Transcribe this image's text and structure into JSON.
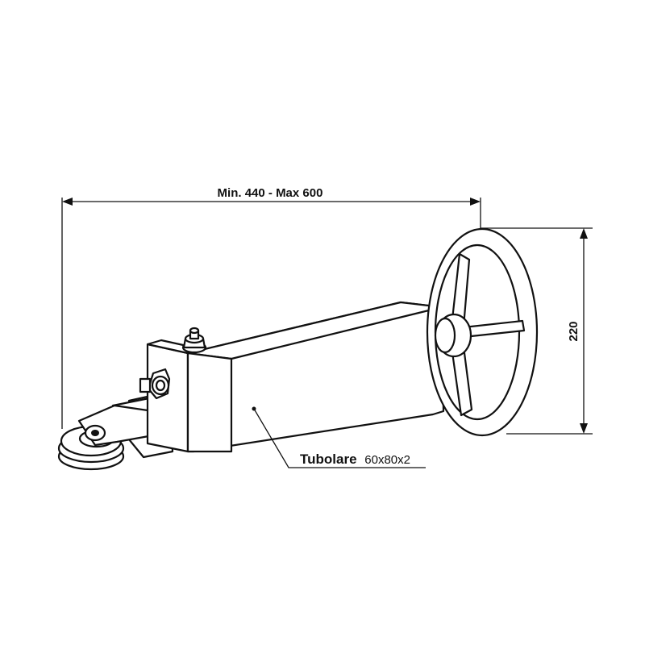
{
  "dimensions": {
    "length_label": "Min. 440 - Max 600",
    "height_label": "220"
  },
  "callout": {
    "name": "Tubolare",
    "size": "60x80x2"
  },
  "colors": {
    "line": "#111111",
    "background": "#ffffff"
  }
}
